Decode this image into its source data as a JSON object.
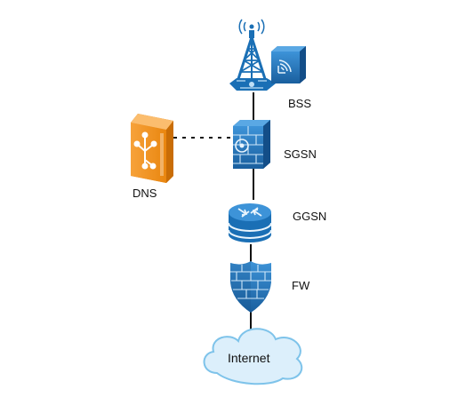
{
  "nodes": {
    "bss": {
      "label": "BSS",
      "icons": [
        "cell-tower-icon",
        "base-station-icon"
      ]
    },
    "dns": {
      "label": "DNS",
      "icon": "dns-server-icon",
      "color": "#f7941d"
    },
    "sgsn": {
      "label": "SGSN",
      "icon": "sgsn-switch-icon"
    },
    "ggsn": {
      "label": "GGSN",
      "icon": "router-icon"
    },
    "fw": {
      "label": "FW",
      "icon": "firewall-shield-icon"
    },
    "internet": {
      "label": "Internet",
      "icon": "cloud-icon"
    }
  },
  "links": [
    {
      "from": "bss",
      "to": "sgsn",
      "style": "solid"
    },
    {
      "from": "dns",
      "to": "sgsn",
      "style": "dotted"
    },
    {
      "from": "sgsn",
      "to": "ggsn",
      "style": "solid"
    },
    {
      "from": "ggsn",
      "to": "fw",
      "style": "solid"
    },
    {
      "from": "fw",
      "to": "internet",
      "style": "solid"
    }
  ],
  "colors": {
    "device_blue": "#1a6fb5",
    "device_blue_light": "#3d93d8",
    "dns_orange": "#f7941d",
    "cloud_fill": "#dceffb",
    "cloud_stroke": "#7ec3ea"
  }
}
